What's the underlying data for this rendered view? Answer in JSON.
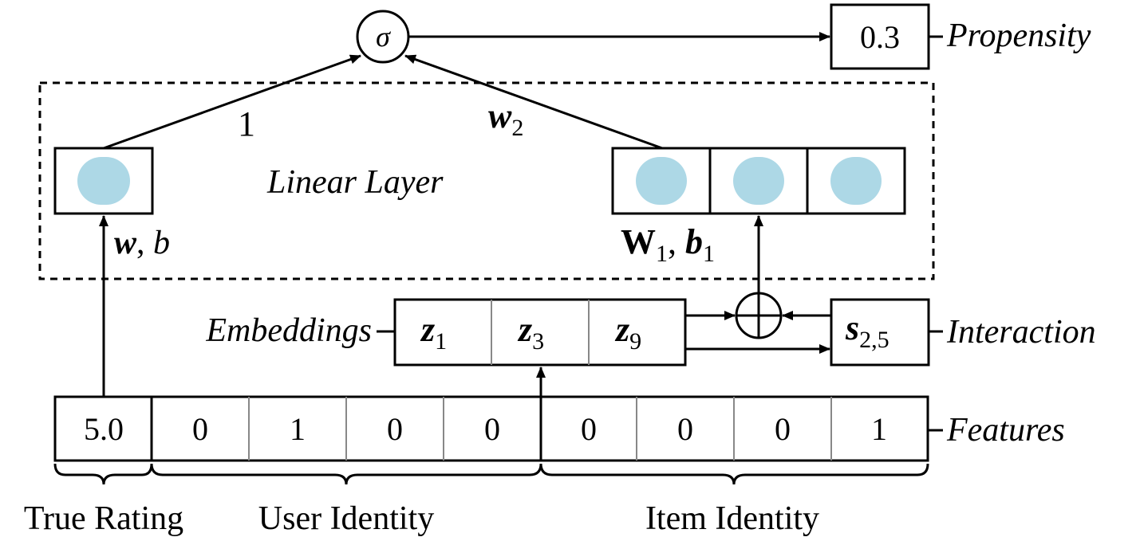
{
  "diagram": {
    "sigma_symbol": "σ",
    "propensity": {
      "value": "0.3",
      "label": "Propensity"
    },
    "linear_layer": {
      "label": "Linear Layer",
      "left_weight": "1",
      "right_weight": {
        "sym": "w",
        "sub": "2"
      },
      "left_params": {
        "w": "w",
        "b": "b"
      },
      "right_params": {
        "W": "W",
        "W_sub": "1",
        "b": "b",
        "b_sub": "1"
      }
    },
    "embeddings": {
      "label": "Embeddings",
      "cells": [
        {
          "sym": "z",
          "sub": "1"
        },
        {
          "sym": "z",
          "sub": "3"
        },
        {
          "sym": "z",
          "sub": "9"
        }
      ]
    },
    "interaction": {
      "label": "Interaction",
      "sym": "s",
      "sub": "2,5"
    },
    "features": {
      "label": "Features",
      "values": [
        "5.0",
        "0",
        "1",
        "0",
        "0",
        "0",
        "0",
        "0",
        "1"
      ]
    },
    "groups": {
      "true_rating": "True Rating",
      "user_identity": "User Identity",
      "item_identity": "Item Identity"
    },
    "colors": {
      "node_fill": "#ADD8E6",
      "stroke": "#000000",
      "divider": "#888888"
    }
  }
}
